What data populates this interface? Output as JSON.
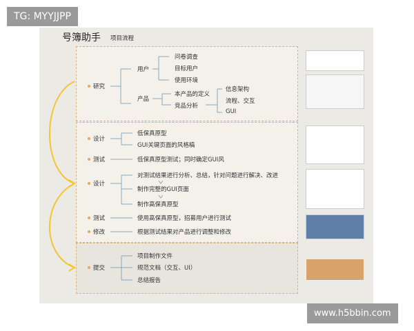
{
  "watermark_top": "TG: MYYJJPP",
  "watermark_bottom": "www.h5bbin.com",
  "title": "号簿助手",
  "subtitle": "项目流程",
  "research": {
    "label": "研究",
    "user": "用户",
    "user_items": [
      "问卷调查",
      "目标用户",
      "使用环境"
    ],
    "product": "产品",
    "product_items": [
      "本产品的定义",
      "竞品分析"
    ],
    "analysis_items": [
      "信息架构",
      "流程、交互",
      "GUI"
    ]
  },
  "design1": {
    "label": "设计",
    "items": [
      "低保真原型",
      "GUI关键页面的风格稿"
    ]
  },
  "test1": {
    "label": "测试",
    "item": "低保真原型测试；同时确定GUI风"
  },
  "design2": {
    "label": "设计",
    "items": [
      "对测试结果进行分析、总结，针对问题进行解决、改进",
      "制作完整的GUI页面",
      "制作高保真原型"
    ]
  },
  "test2": {
    "label": "测试",
    "item": "使用高保真原型，招募用户进行测试"
  },
  "modify": {
    "label": "修改",
    "item": "根据测试结果对产品进行调整和修改"
  },
  "submit": {
    "label": "提交",
    "items": [
      "项目制作文件",
      "规范文档（交互、UI）",
      "总结报告"
    ]
  },
  "colors": {
    "arrow": "#f2c531",
    "connector": "#8aa6bf",
    "dot": "#e8a566",
    "border": "#e0b07a"
  }
}
